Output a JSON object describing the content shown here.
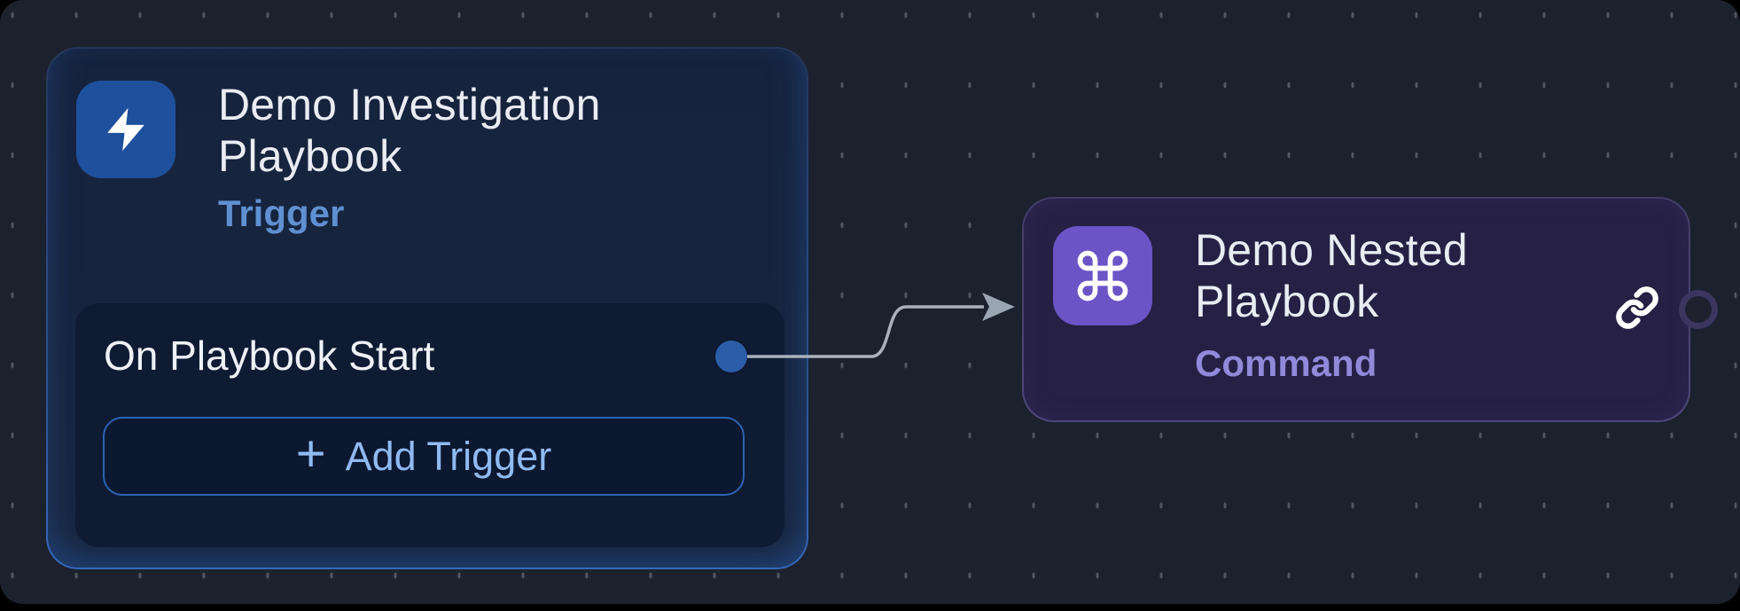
{
  "app": {
    "view": "playbook-workflow-canvas"
  },
  "colors": {
    "canvas_background": "#1c212e",
    "grid_dot": "#51565f",
    "trigger_accent": "#1e509d",
    "trigger_border": "#3568bb",
    "trigger_type_label": "#5f90d2",
    "command_accent": "#6a54c6",
    "command_type_label": "#9289da",
    "edge": "#a9b2bc",
    "port_dot": "#2b5da9"
  },
  "trigger_node": {
    "title": "Demo Investigation Playbook",
    "type_label": "Trigger",
    "icon": "lightning-bolt-icon",
    "trigger_row": {
      "label": "On Playbook Start"
    },
    "add_trigger_button": {
      "plus": "+",
      "label": "Add Trigger"
    }
  },
  "command_node": {
    "title": "Demo Nested Playbook",
    "type_label": "Command",
    "icon": "command-icon",
    "actions": {
      "link": "link-icon"
    }
  },
  "edge": {
    "from": "On Playbook Start",
    "to": "Demo Nested Playbook"
  }
}
